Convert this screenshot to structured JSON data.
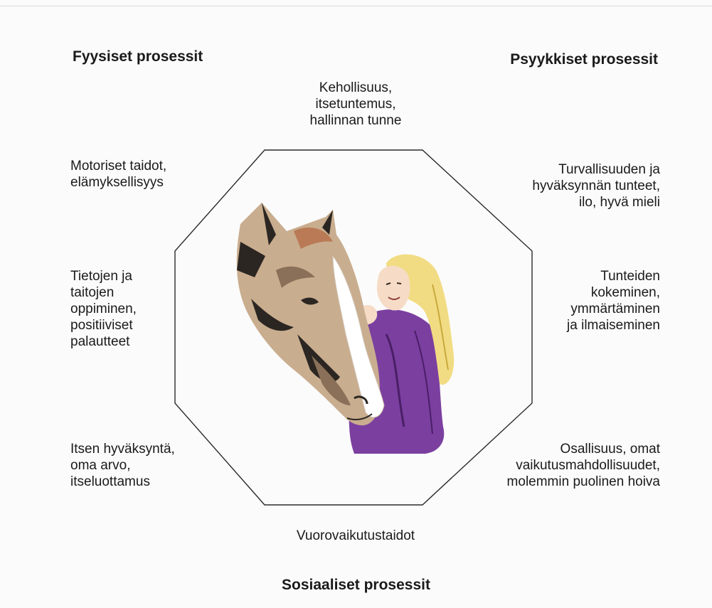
{
  "headings": {
    "physical": "Fyysiset prosessit",
    "psychological": "Psyykkiset prosessit",
    "social": "Sosiaaliset prosessit"
  },
  "labels": {
    "top": "Kehollisuus,\nitsetuntemus,\nhallinnan tunne",
    "left_1": "Motoriset taidot,\nelämyksellisyys",
    "left_2": "Tietojen ja\ntaitojen\noppiminen,\npositiiviset\npalautteet",
    "left_3": "Itsen hyväksyntä,\noma arvo,\nitseluottamus",
    "right_1": "Turvallisuuden ja\nhyväksynnän tunteet,\nilo, hyvä mieli",
    "right_2": "Tunteiden\nkokeminen,\nymmärtäminen\nja ilmaiseminen",
    "right_3": "Osallisuus, omat\nvaikutusmahdollisuudet,\nmolemmin puolinen hoiva",
    "bottom": "Vuorovaikutustaidot"
  },
  "colors": {
    "horse_tan": "#c9ad8f",
    "horse_dark": "#2b2622",
    "mane": "#b97a55",
    "girl_purple": "#7b3fa0",
    "girl_hair": "#f1dc83",
    "skin": "#f6dcc6"
  }
}
